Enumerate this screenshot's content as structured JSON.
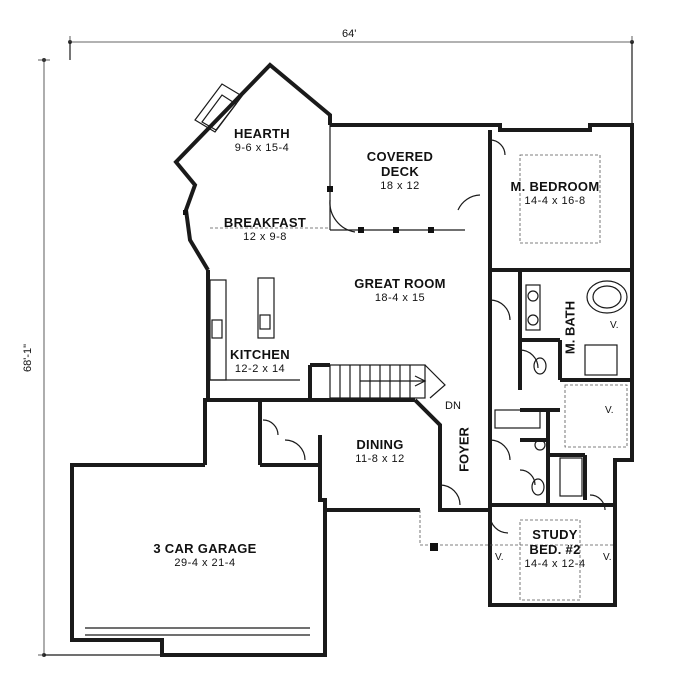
{
  "dimensions": {
    "width": "64'",
    "depth": "68'-1\""
  },
  "rooms": [
    {
      "id": "hearth",
      "name": "HEARTH",
      "size": "9-6 x 15-4"
    },
    {
      "id": "covered-deck",
      "name": "COVERED\nDECK",
      "name_line1": "COVERED",
      "name_line2": "DECK",
      "size": "18 x 12"
    },
    {
      "id": "master-bedroom",
      "name": "M. BEDROOM",
      "size": "14-4 x 16-8"
    },
    {
      "id": "breakfast",
      "name": "BREAKFAST",
      "size": "12 x 9-8"
    },
    {
      "id": "great-room",
      "name": "GREAT ROOM",
      "size": "18-4 x 15"
    },
    {
      "id": "kitchen",
      "name": "KITCHEN",
      "size": "12-2 x 14"
    },
    {
      "id": "dining",
      "name": "DINING",
      "size": "11-8 x 12"
    },
    {
      "id": "garage",
      "name": "3 CAR GARAGE",
      "size": "29-4 x 21-4"
    },
    {
      "id": "study",
      "name_line1": "STUDY",
      "name_line2": "BED. #2",
      "size": "14-4 x 12-4"
    }
  ],
  "labels": {
    "master_bath": "M. BATH",
    "foyer": "FOYER",
    "stair_down": "DN",
    "vent": "V."
  }
}
